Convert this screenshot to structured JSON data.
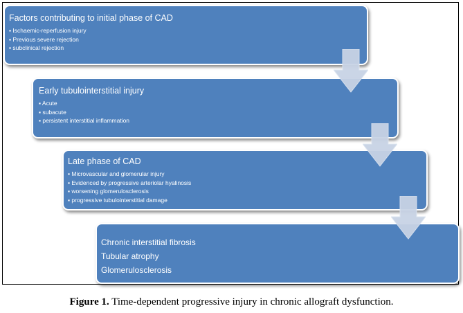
{
  "stages": [
    {
      "title": "Factors contributing to initial phase of CAD",
      "items": [
        "Ischaemic-reperfusion injury",
        "Previous severe rejection",
        "subclinical rejection"
      ]
    },
    {
      "title": "Early tubulointerstitial injury",
      "items": [
        "Acute",
        "subacute",
        "persistent interstitial inflammation"
      ]
    },
    {
      "title": "Late phase of CAD",
      "items": [
        "Microvascular and glomerular injury",
        "Evidenced by progressive arteriolar hyalinosis",
        "worsening glomerulosclerosis",
        "progressive tubulointerstitial damage"
      ]
    },
    {
      "items": [
        "Chronic interstitial fibrosis",
        "Tubular atrophy",
        "Glomerulosclerosis"
      ]
    }
  ],
  "caption": {
    "label": "Figure 1.",
    "text": " Time-dependent progressive injury in chronic allograft dysfunction."
  }
}
